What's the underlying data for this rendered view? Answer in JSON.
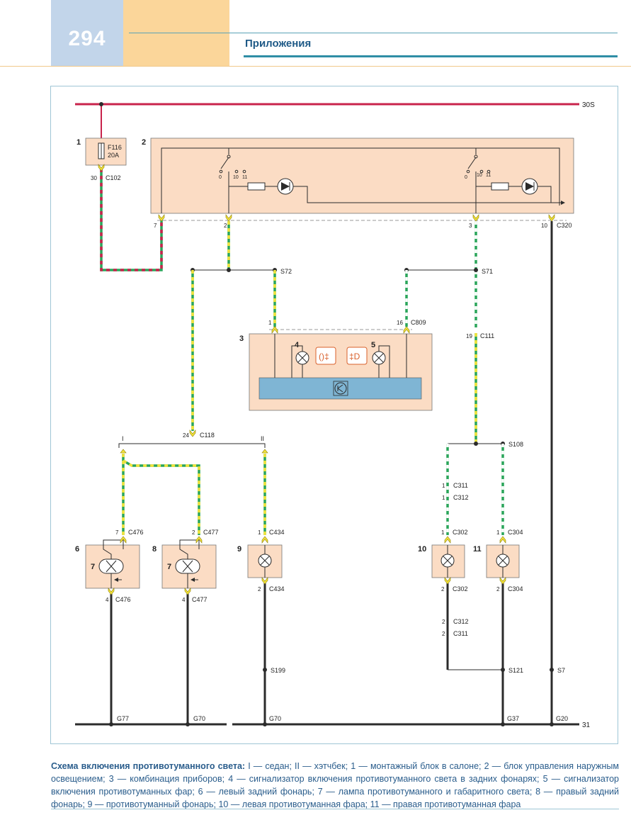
{
  "header": {
    "page_number": "294",
    "section": "Приложения"
  },
  "wires": {
    "top_bus": "30S",
    "bottom_bus": "31"
  },
  "components": {
    "c1": "1",
    "c2": "2",
    "c3": "3",
    "c4": "4",
    "c5": "5",
    "c6": "6",
    "c7a": "7",
    "c7b": "7",
    "c8": "8",
    "c9": "9",
    "c10": "10",
    "c11": "11"
  },
  "fuse": {
    "name": "F116",
    "rating": "20A"
  },
  "labels": {
    "C102": "C102",
    "C320": "C320",
    "S72": "S72",
    "S71": "S71",
    "C809": "C809",
    "C111": "C111",
    "C118": "C118",
    "S108": "S108",
    "C476": "C476",
    "C477": "C477",
    "C434": "C434",
    "C311": "C311",
    "C312": "C312",
    "C302": "C302",
    "C304": "C304",
    "S199": "S199",
    "S121": "S121",
    "S7": "S7",
    "G77": "G77",
    "G70": "G70",
    "G37": "G37",
    "G20": "G20",
    "variant_i": "I",
    "variant_ii": "II"
  },
  "pins": {
    "p30": "30",
    "p7": "7",
    "p2": "2",
    "p3": "3",
    "p10": "10",
    "p1": "1",
    "p16": "16",
    "p19": "19",
    "p24": "24",
    "p4": "4",
    "sw0": "0",
    "sw10": "10",
    "sw11": "11"
  },
  "caption": {
    "title": "Схема включения противотуманного света:",
    "body": " I — седан; II — хэтчбек; 1 — монтажный блок в салоне; 2 — блок управления наружным освещением; 3 — комбинация приборов; 4 — сигнализатор включения противотуманного света в задних фонарях; 5 — сигнализатор включения противотуманных фар; 6 — левый задний фонарь; 7 — лампа противотуманного и габаритного света; 8 — правый задний фонарь; 9 — противотуманный фонарь; 10 — левая противотуманная фара; 11 — правая противотуманная фара"
  },
  "colors": {
    "bus_red": "#c8234b",
    "wire_green": "#2aa55a",
    "wire_yellow": "#f2e33a",
    "wire_black": "#2b2b2b",
    "block_fill": "#fbdcc4",
    "cluster_bar": "#7fb5d4"
  }
}
